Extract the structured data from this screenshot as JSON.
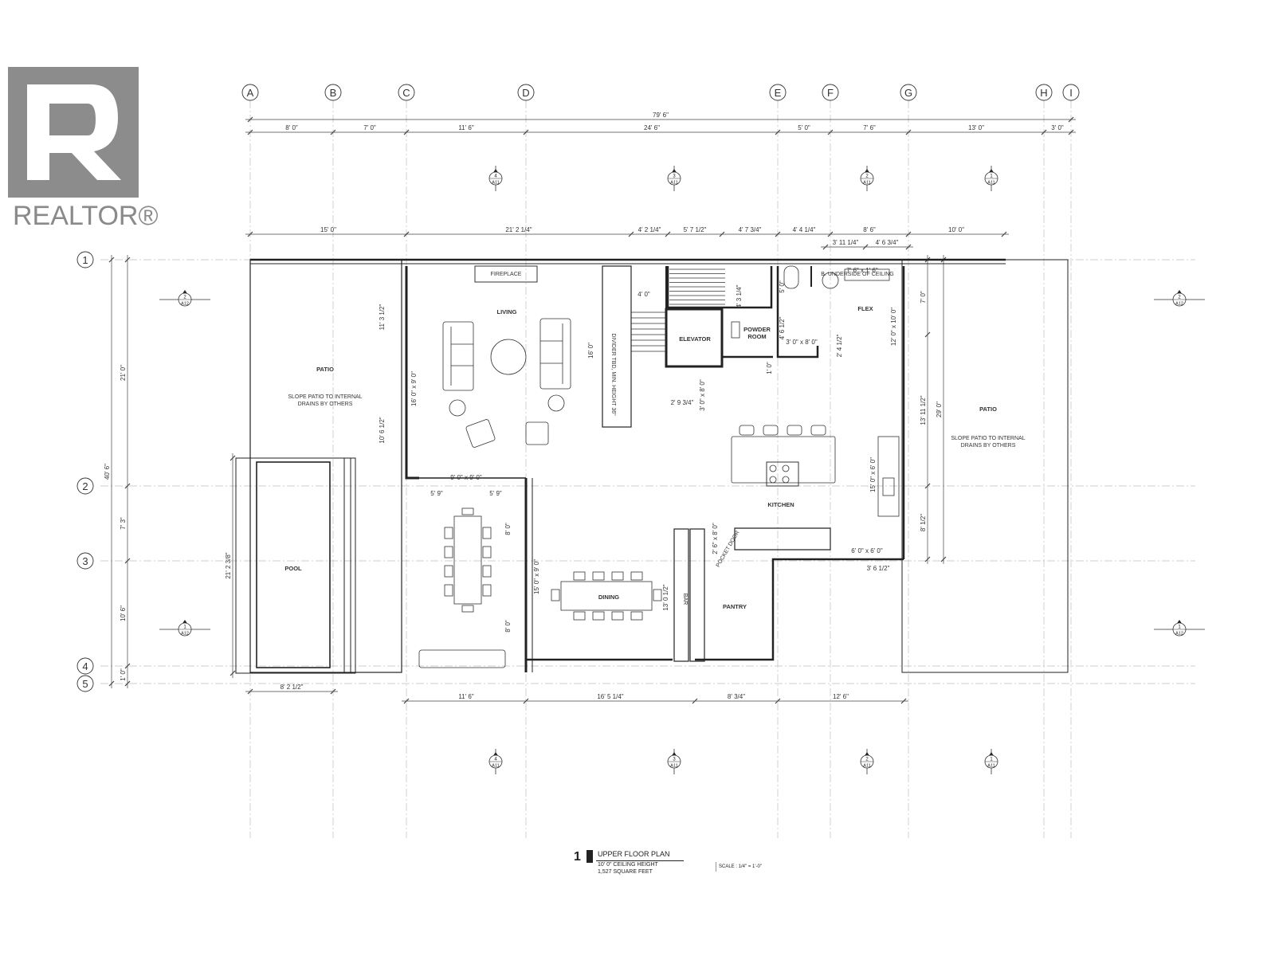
{
  "brand": {
    "wordmark": "REALTOR®",
    "logo_color": "#8c8c8c",
    "logo_icon": "realtor-r-logo"
  },
  "grid": {
    "columns": [
      "A",
      "B",
      "C",
      "D",
      "E",
      "F",
      "G",
      "H",
      "I"
    ],
    "rows": [
      "1",
      "2",
      "3",
      "4",
      "5"
    ]
  },
  "dimensions": {
    "overall_width": "79' 6\"",
    "top_row": [
      "8' 0\"",
      "7' 0\"",
      "11' 6\"",
      "24' 6\"",
      "5' 0\"",
      "7' 6\"",
      "13' 0\"",
      "3' 0\""
    ],
    "second_row": [
      "15' 0\"",
      "21' 2 1/4\"",
      "4' 2 1/4\"",
      "5' 7 1/2\"",
      "4' 7 3/4\"",
      "4' 4 1/4\"",
      "8' 6\"",
      "10' 0\""
    ],
    "flex_sub": [
      "3' 11 1/4\"",
      "4' 6 3/4\""
    ],
    "bottom_row": [
      "11' 6\"",
      "16' 5 1/4\"",
      "8' 3/4\"",
      "12' 6\""
    ],
    "pool_width": "8' 2 1/2\"",
    "left_overall": "40' 6\"",
    "left_segments": [
      "21' 0\"",
      "7' 3\"",
      "10' 6\"",
      "1' 0\""
    ],
    "pool_length": "21' 2 3/8\"",
    "right_overall": "29' 0\"",
    "interior": {
      "living_upper": "11' 3 1/2\"",
      "living_lower": "10' 6 1/2\"",
      "living_window": "16' 0\" x 9' 0\"",
      "divider": "16' 0\"",
      "stair_top": "4' 0\"",
      "stair_right": "4' 3 1/4\"",
      "elev_door": "3' 0\" x 8' 0\"",
      "elev_width": "2' 9 3/4\"",
      "elev_gap": "1' 0\"",
      "powder_w": "5' 0\"",
      "powder_h": "4' 6 1/2\"",
      "powder_door": "3' 0\" x 8' 0\"",
      "flex_window": "7' 6\" x 1' 6\"",
      "flex_side": "2' 4 1/2\"",
      "flex_right": "12' 0\" x 10' 0\"",
      "right_a": "7' 0\"",
      "right_b": "13' 11 1/2\"",
      "right_c": "8' 1/2\"",
      "kitchen_window": "15' 0\" x 6' 0\"",
      "kitchen_door": "6' 0\" x 6' 0\"",
      "kitchen_offset": "3' 6 1/2\"",
      "dining_9": "9' 0\" x 9' 0\"",
      "dining_59a": "5' 9\"",
      "dining_59b": "5' 9\"",
      "dining_8a": "8' 0\"",
      "dining_8b": "8' 0\"",
      "dining_window": "15' 0\" x 9' 0\"",
      "pantry_door": "2' 6\" x 8' 0\"",
      "bar_height": "13' 0 1/2\""
    }
  },
  "rooms": {
    "patio_left": "PATIO",
    "patio_left_note": "SLOPE PATIO TO INTERNAL DRAINS BY OTHERS",
    "pool": "POOL",
    "living": "LIVING",
    "fireplace": "FIREPLACE",
    "divider_note": "DIVIDER TBD, MIN. HEIGHT 36\"",
    "elevator": "ELEVATOR",
    "powder_room": "POWDER ROOM",
    "flex": "FLEX",
    "flex_note": "B. UNDERSIDE OF CEILING",
    "kitchen": "KITCHEN",
    "dining": "DINING",
    "pantry": "PANTRY",
    "bar": "BAR",
    "pantry_note": "POCKET DOOR",
    "patio_right": "PATIO",
    "patio_right_note": "SLOPE PATIO TO INTERNAL DRAINS BY OTHERS"
  },
  "section_markers": {
    "top": [
      {
        "num": "4",
        "sheet": "A11"
      },
      {
        "num": "3",
        "sheet": "A11"
      },
      {
        "num": "2",
        "sheet": "A11"
      },
      {
        "num": "1",
        "sheet": "A11"
      }
    ],
    "bottom": [
      {
        "num": "4",
        "sheet": "A11"
      },
      {
        "num": "3",
        "sheet": "A11"
      },
      {
        "num": "2",
        "sheet": "A11"
      },
      {
        "num": "1",
        "sheet": "A11"
      }
    ],
    "left": [
      {
        "num": "2",
        "sheet": "A12"
      },
      {
        "num": "1",
        "sheet": "A12"
      }
    ],
    "right": [
      {
        "num": "2",
        "sheet": "A12"
      },
      {
        "num": "1",
        "sheet": "A12"
      }
    ]
  },
  "title_block": {
    "number": "1",
    "title": "UPPER FLOOR PLAN",
    "ceiling": "10' 0\" CEILING HEIGHT",
    "area": "1,527 SQUARE FEET",
    "scale": "SCALE : 1/4\" = 1'-0\""
  }
}
